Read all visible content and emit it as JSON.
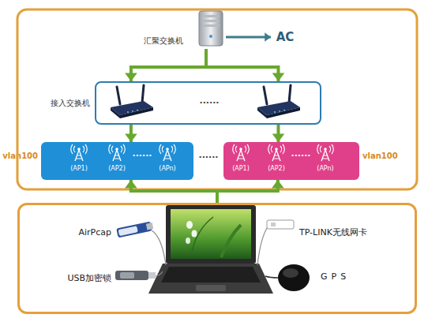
{
  "diagram": {
    "nodes": [
      {
        "text": [
          "汇聚交换机"
        ]
      },
      {
        "text": [
          "AC"
        ]
      },
      {
        "text": [
          "接入交换机",
          "......"
        ]
      },
      {
        "text": [
          "vlan100",
          "(AP1)",
          "(AP2)",
          "......",
          "(APn)"
        ]
      },
      {
        "text": [
          "vlan100",
          "(AP1)",
          "(AP2)",
          "......",
          "(APn)"
        ]
      },
      {
        "text": [
          "AirPcap",
          "USB加密锁",
          "TP-LINK无线网卡",
          "GPS"
        ]
      }
    ],
    "edges": [
      {
        "from": 0,
        "to": 1,
        "arrow": "to"
      },
      {
        "from": 0,
        "to": 2,
        "arrow": "to"
      },
      {
        "from": 2,
        "to": 3,
        "arrow": "to"
      },
      {
        "from": 2,
        "to": 4,
        "arrow": "to"
      },
      {
        "from": 5,
        "to": 3,
        "arrow": "to"
      },
      {
        "from": 5,
        "to": 4,
        "arrow": "to"
      }
    ],
    "labels": [
      "......"
    ]
  }
}
